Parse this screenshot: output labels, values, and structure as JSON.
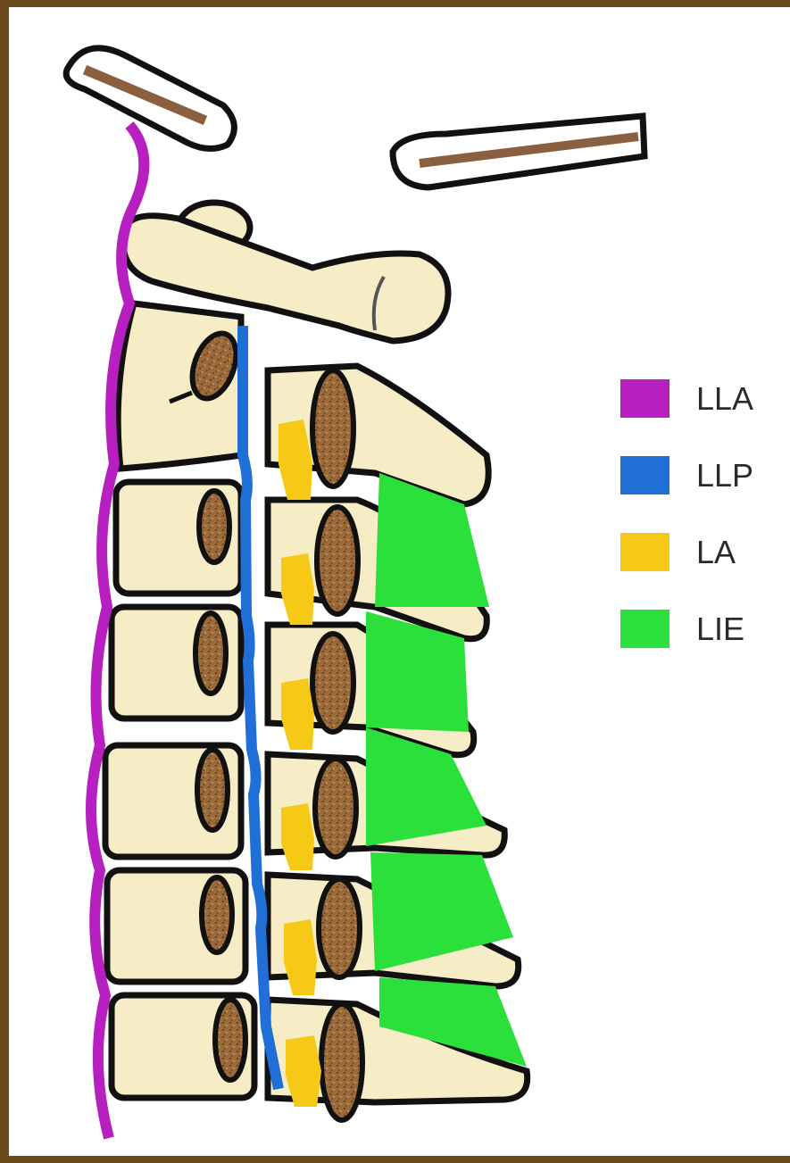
{
  "legend": {
    "items": [
      {
        "label": "LLA",
        "color": "#b81fc0"
      },
      {
        "label": "LLP",
        "color": "#1f6fd6"
      },
      {
        "label": "LA",
        "color": "#f5c915"
      },
      {
        "label": "LIE",
        "color": "#2be03a"
      }
    ]
  },
  "colors": {
    "bone": "#f6edc6",
    "disc": "#9a6a3a",
    "outline": "#111111",
    "background": "#ffffff"
  }
}
